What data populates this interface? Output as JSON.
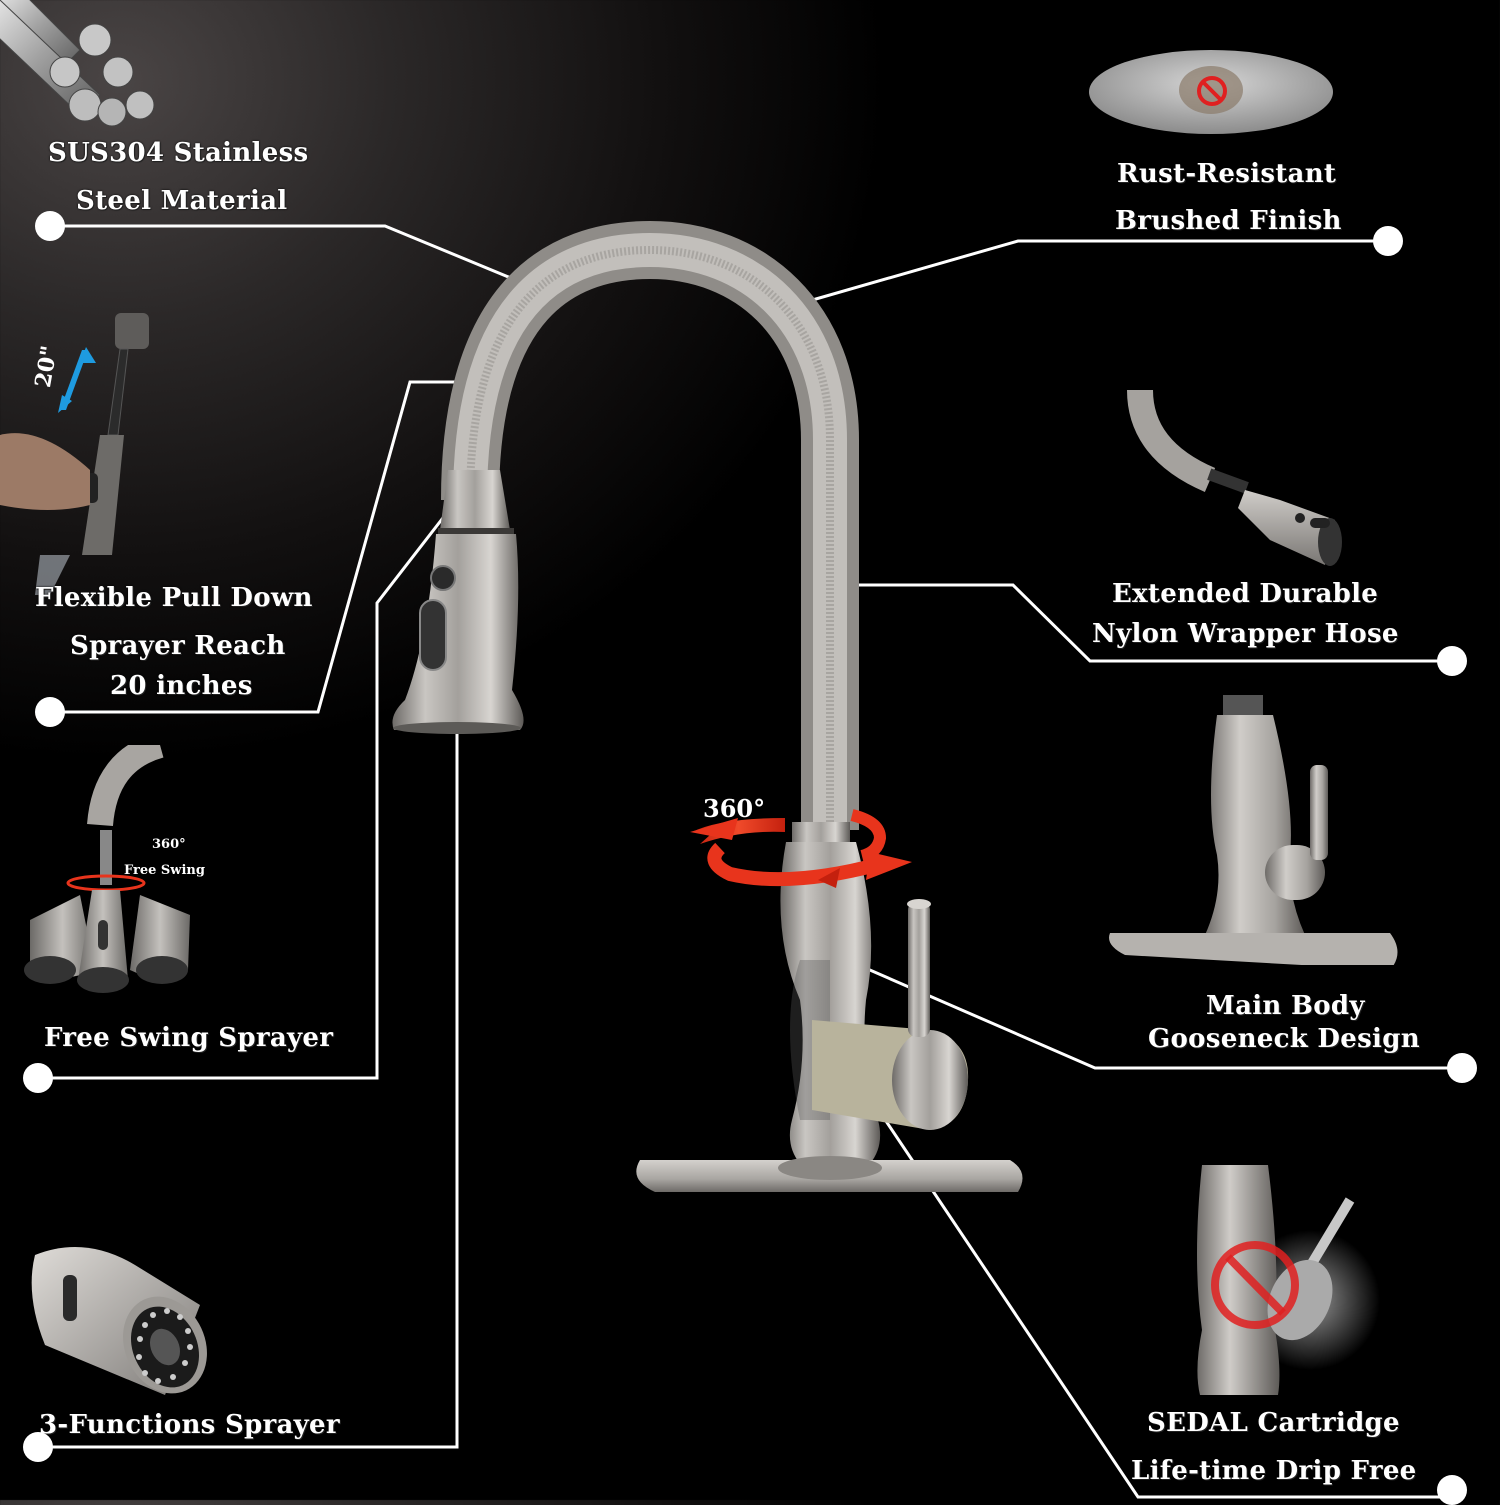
{
  "features": {
    "material": {
      "line1": "SUS304 Stainless",
      "line2": "Steel Material"
    },
    "finish": {
      "line1": "Rust-Resistant",
      "line2": "Brushed Finish"
    },
    "pull_down": {
      "line1": "Flexible Pull Down",
      "line2": "Sprayer Reach",
      "line3": "20 inches",
      "badge": "20\""
    },
    "hose": {
      "line1": "Extended Durable",
      "line2": "Nylon Wrapper Hose"
    },
    "free_swing": {
      "title": "Free Swing Sprayer",
      "sub_degree": "360°",
      "sub_label": "Free Swing"
    },
    "main_body": {
      "line1": "Main Body",
      "line2": "Gooseneck Design"
    },
    "sprayer": {
      "title": "3-Functions Sprayer"
    },
    "cartridge": {
      "line1": "SEDAL Cartridge",
      "line2": "Life-time Drip Free"
    }
  },
  "faucet": {
    "rotation_label": "360°"
  },
  "colors": {
    "background": "#000000",
    "text": "#ffffff",
    "leader_line": "#ffffff",
    "steel": "#b9b6b2",
    "rotation_arrow": "#e8341c",
    "reach_arrow": "#1e9be0",
    "prohibit_sign": "#e02020"
  }
}
